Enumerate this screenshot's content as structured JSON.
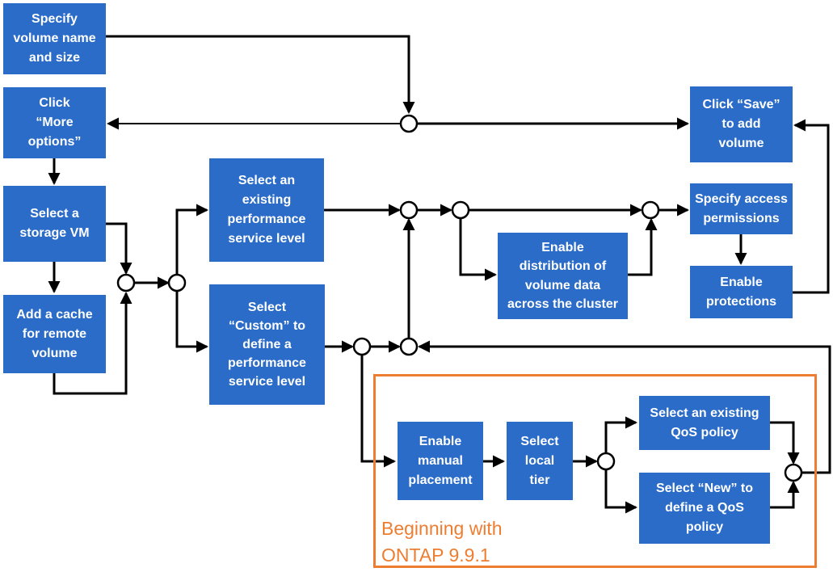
{
  "colors": {
    "node_fill": "#2b6cc8",
    "node_text": "#ffffff",
    "connector": "#000000",
    "callout": "#ed7d31",
    "background": "#ffffff"
  },
  "nodes": {
    "specify_volume": {
      "label": "Specify\nvolume name\nand size"
    },
    "click_more": {
      "label": "Click\n“More\noptions”"
    },
    "select_svm": {
      "label": "Select a\nstorage VM"
    },
    "add_cache": {
      "label": "Add a cache\nfor remote\nvolume"
    },
    "select_existing_psl": {
      "label": "Select an\nexisting\nperformance\nservice level"
    },
    "select_custom_psl": {
      "label": "Select\n“Custom” to\ndefine a\nperformance\nservice level"
    },
    "enable_distribution": {
      "label": "Enable\ndistribution of\nvolume data\nacross the cluster"
    },
    "click_save": {
      "label": "Click “Save”\nto add\nvolume"
    },
    "specify_access": {
      "label": "Specify access\npermissions"
    },
    "enable_protections": {
      "label": "Enable\nprotections"
    },
    "enable_manual": {
      "label": "Enable\nmanual\nplacement"
    },
    "select_local_tier": {
      "label": "Select\nlocal\ntier"
    },
    "select_existing_qos": {
      "label": "Select an existing\nQoS policy"
    },
    "select_new_qos": {
      "label": "Select “New” to\ndefine a QoS\npolicy"
    }
  },
  "callout": {
    "label": "Beginning with\nONTAP 9.9.1"
  }
}
